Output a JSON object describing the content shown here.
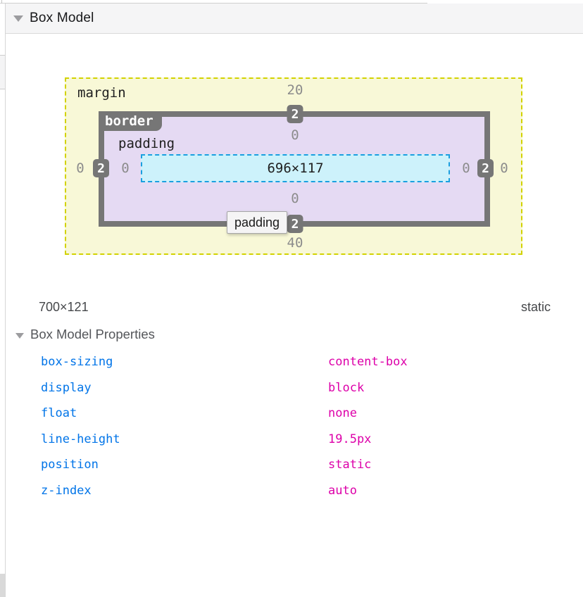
{
  "header": {
    "title": "Box Model"
  },
  "diagram": {
    "margin_label": "margin",
    "border_label": "border",
    "padding_label": "padding",
    "content_size": "696×117",
    "tooltip": "padding",
    "values": {
      "margin_top": "20",
      "border_top": "2",
      "padding_top": "0",
      "margin_left": "0",
      "border_left": "2",
      "padding_left": "0",
      "padding_right": "0",
      "border_right": "2",
      "margin_right": "0",
      "padding_bottom": "0",
      "border_bottom": "2",
      "margin_bottom": "40"
    },
    "colors": {
      "margin_bg": "#f8f8d7",
      "margin_border": "#d2d200",
      "border_band": "#767676",
      "padding_bg": "#e5daf3",
      "content_bg": "#cdf2fb",
      "content_border": "#1aa0e0"
    }
  },
  "summary": {
    "dimensions": "700×121",
    "position": "static"
  },
  "properties_section": {
    "title": "Box Model Properties",
    "properties": [
      {
        "name": "box-sizing",
        "value": "content-box"
      },
      {
        "name": "display",
        "value": "block"
      },
      {
        "name": "float",
        "value": "none"
      },
      {
        "name": "line-height",
        "value": "19.5px"
      },
      {
        "name": "position",
        "value": "static"
      },
      {
        "name": "z-index",
        "value": "auto"
      }
    ],
    "colors": {
      "name": "#0074e8",
      "value": "#dd00a9"
    }
  }
}
